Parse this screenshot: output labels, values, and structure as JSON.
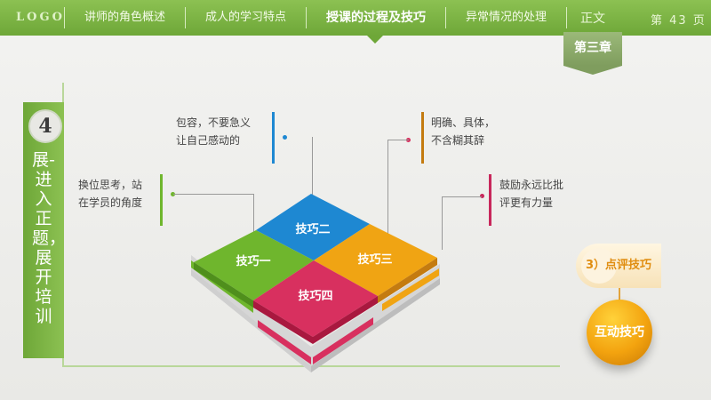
{
  "header": {
    "logo": "LOGO",
    "tabs": [
      {
        "label": "讲师的角色概述"
      },
      {
        "label": "成人的学习特点"
      },
      {
        "label": "授课的过程及技巧"
      },
      {
        "label": "异常情况的处理"
      }
    ],
    "zhengwen": "正文",
    "chapter": "第三章",
    "page_number": "第 43 页"
  },
  "sidebar": {
    "step_number": "4",
    "title": "展-进入正题，展开培训"
  },
  "callouts": [
    {
      "line1": "包容，不要急义",
      "line2": "让自己感动的",
      "color": "#1e88d2"
    },
    {
      "line1": "明确、具体，",
      "line2": "不含糊其辞",
      "color": "#c47b10"
    },
    {
      "line1": "换位思考，站",
      "line2": "在学员的角度",
      "color": "#6fb62d"
    },
    {
      "line1": "鼓励永远比批",
      "line2": "评更有力量",
      "color": "#c8275b"
    }
  ],
  "tiles": [
    {
      "label": "技巧一"
    },
    {
      "label": "技巧二"
    },
    {
      "label": "技巧三"
    },
    {
      "label": "技巧四"
    }
  ],
  "tip_button": {
    "label": "3）点评技巧"
  },
  "interaction_ball": {
    "label": "互动技巧"
  },
  "colors": {
    "header_green": "#7db443",
    "tile_blue": "#1e88d2",
    "tile_green": "#6fb62d",
    "tile_orange": "#f0a413",
    "tile_pink": "#d8305f"
  }
}
